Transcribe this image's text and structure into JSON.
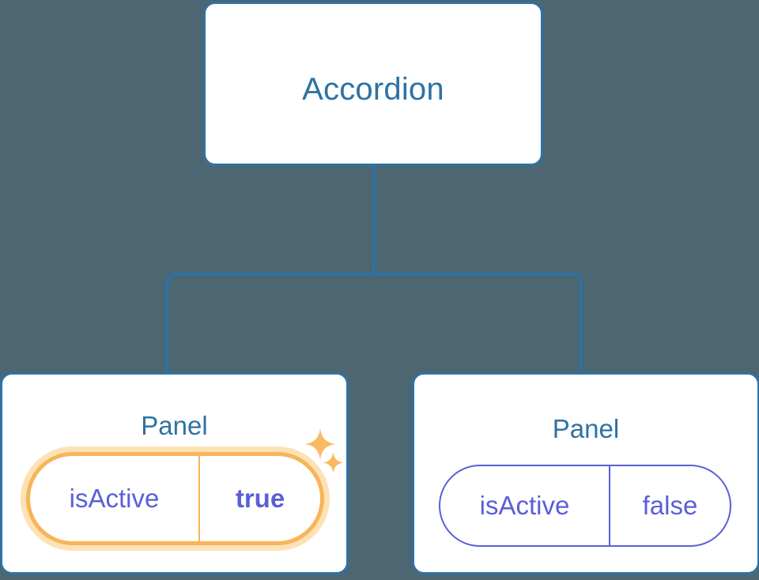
{
  "diagram": {
    "type": "component-tree",
    "background_color": "#4c6672",
    "node_border_color": "#2e72a4",
    "node_fill_color": "#ffffff",
    "node_title_color": "#2e72a4",
    "connector_color": "#2e72a4",
    "pill_color": "#5b5fd6",
    "highlight_color": "#f8b459",
    "highlight_glow_color": "#fde2b6",
    "nodes": {
      "root": {
        "title": "Accordion"
      },
      "panel_left": {
        "title": "Panel",
        "prop": {
          "key": "isActive",
          "value": "true",
          "highlighted": true
        }
      },
      "panel_right": {
        "title": "Panel",
        "prop": {
          "key": "isActive",
          "value": "false",
          "highlighted": false
        }
      }
    },
    "decorations": {
      "sparkle_large": "sparkle-icon",
      "sparkle_small": "sparkle-icon"
    }
  }
}
